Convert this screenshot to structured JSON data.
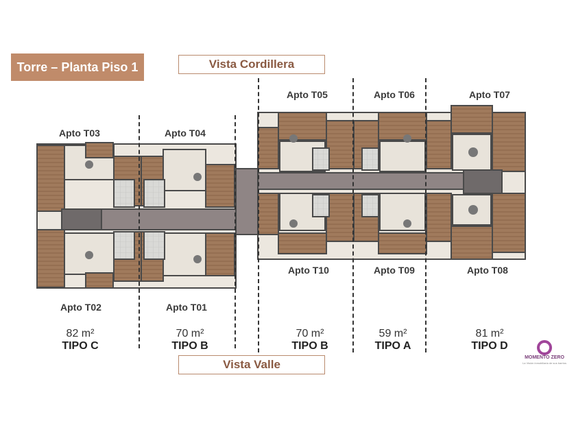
{
  "title": "Torre – Planta Piso 1",
  "views": {
    "top": "Vista Cordillera",
    "bottom": "Vista Valle"
  },
  "apartments_top": [
    "Apto T03",
    "Apto T04",
    "Apto T05",
    "Apto T06",
    "Apto T07"
  ],
  "apartments_bottom": [
    "Apto T02",
    "Apto T01",
    "Apto T10",
    "Apto T09",
    "Apto T08"
  ],
  "types": [
    {
      "area": "82 m²",
      "tipo": "TIPO C"
    },
    {
      "area": "70 m²",
      "tipo": "TIPO B"
    },
    {
      "area": "70 m²",
      "tipo": "TIPO B"
    },
    {
      "area": "59 m²",
      "tipo": "TIPO A"
    },
    {
      "area": "81 m²",
      "tipo": "TIPO D"
    }
  ],
  "logo": {
    "name": "MOMENTO ZERO",
    "tagline": "La Visión inmobiliaria de sus barrios",
    "icon": "circle-logo-icon"
  },
  "colors": {
    "badge": "#c08b6a",
    "corridor": "#8f8585",
    "wood": "#9b7357",
    "floor": "#e9e4dc",
    "wall": "#4a4a4a"
  }
}
